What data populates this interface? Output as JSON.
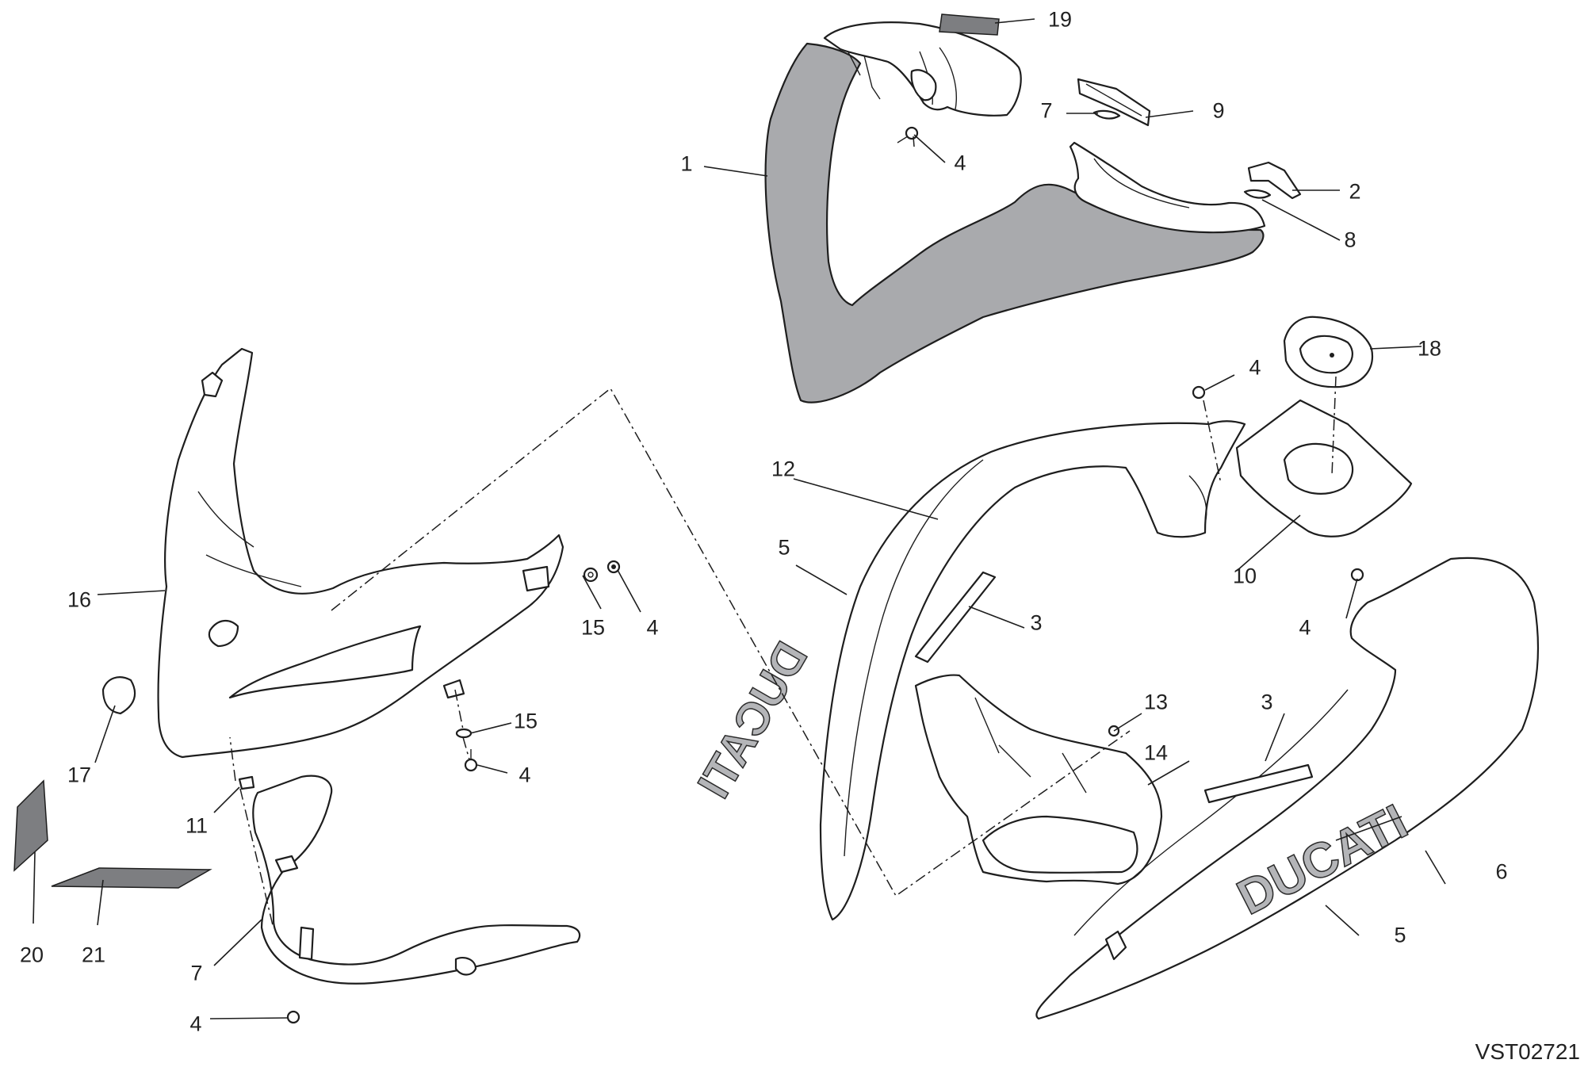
{
  "diagram_code": "VST02721",
  "callouts": [
    {
      "id": "c1",
      "text": "1"
    },
    {
      "id": "c2",
      "text": "2"
    },
    {
      "id": "c3a",
      "text": "3"
    },
    {
      "id": "c3b",
      "text": "3"
    },
    {
      "id": "c4a",
      "text": "4"
    },
    {
      "id": "c4b",
      "text": "4"
    },
    {
      "id": "c4c",
      "text": "4"
    },
    {
      "id": "c4d",
      "text": "4"
    },
    {
      "id": "c4e",
      "text": "4"
    },
    {
      "id": "c4f",
      "text": "4"
    },
    {
      "id": "c5a",
      "text": "5"
    },
    {
      "id": "c5b",
      "text": "5"
    },
    {
      "id": "c6",
      "text": "6"
    },
    {
      "id": "c7a",
      "text": "7"
    },
    {
      "id": "c7b",
      "text": "7"
    },
    {
      "id": "c8",
      "text": "8"
    },
    {
      "id": "c9",
      "text": "9"
    },
    {
      "id": "c10",
      "text": "10"
    },
    {
      "id": "c11",
      "text": "11"
    },
    {
      "id": "c12",
      "text": "12"
    },
    {
      "id": "c13",
      "text": "13"
    },
    {
      "id": "c14",
      "text": "14"
    },
    {
      "id": "c15a",
      "text": "15"
    },
    {
      "id": "c15b",
      "text": "15"
    },
    {
      "id": "c16",
      "text": "16"
    },
    {
      "id": "c17",
      "text": "17"
    },
    {
      "id": "c18",
      "text": "18"
    },
    {
      "id": "c19",
      "text": "19"
    },
    {
      "id": "c20",
      "text": "20"
    },
    {
      "id": "c21",
      "text": "21"
    }
  ],
  "logos": {
    "left_panel": "DUCATI",
    "right_panel": "DUCATI"
  },
  "colors": {
    "line": "#1e1e1e",
    "part_fill": "#ffffff",
    "grey_part": "#a9aaad",
    "sticker": "#7d7e81"
  }
}
